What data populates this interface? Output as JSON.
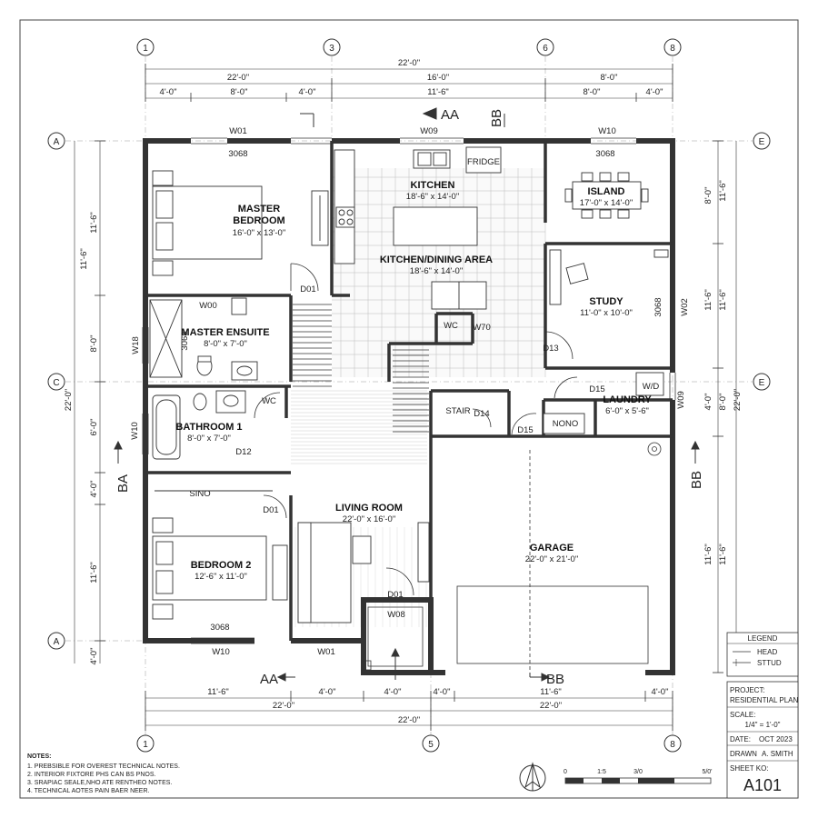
{
  "grid": {
    "top": [
      "1",
      "3",
      "6",
      "8"
    ],
    "bottom": [
      "1",
      "5",
      "8"
    ],
    "left": [
      "A",
      "C",
      "A"
    ],
    "right": [
      "E",
      "E"
    ]
  },
  "dims": {
    "top_overall": "22'-0\"",
    "top_row2": [
      "22'-0\"",
      "16'-0\"",
      "8'-0\""
    ],
    "top_row3": [
      "4'-0\"",
      "8'-0\"",
      "4'-0\"",
      "11'-6\"",
      "8'-0\"",
      "4'-0\""
    ],
    "bottom_row1": [
      "11'-6\"",
      "4'-0\"",
      "4'-0\"",
      "4'-0\"",
      "11'-6\"",
      "4'-0\""
    ],
    "bottom_row2": [
      "22'-0\"",
      "22'-0\""
    ],
    "bottom_overall": "22'-0\"",
    "left_outer": [
      "11'-6\"",
      "22'-0\""
    ],
    "left_inner": [
      "11'-6\"",
      "8'-0\"",
      "6'-0\"",
      "4'-0\"",
      "11'-6\"",
      "4'-0\""
    ],
    "right_inner": [
      "8'-0\"",
      "11'-6\"",
      "4'-0\"",
      "11'-6\""
    ],
    "right_outer": [
      "11'-6\"",
      "11'-6\"",
      "8'-0\"",
      "22'-0\"",
      "11'-6\""
    ]
  },
  "section_marks": {
    "aa_top": "AA",
    "bb_top": "BB",
    "aa_bottom": "AA",
    "bb_bottom": "BB",
    "ba_left": "BA",
    "bb_right": "BB"
  },
  "rooms": {
    "master_bedroom": {
      "name1": "MASTER",
      "name2": "BEDROOM",
      "size": "16'-0\" x 13'-0\""
    },
    "kitchen": {
      "name": "KITCHEN",
      "size": "18'-6\" x 14'-0\""
    },
    "kitchen_dining": {
      "name": "KITCHEN/DINING AREA",
      "size": "18'-6\" x 14'-0\""
    },
    "island": {
      "name": "ISLAND",
      "size": "17'-0\" x 14'-0\""
    },
    "study": {
      "name": "STUDY",
      "size": "11'-0\" x 10'-0\""
    },
    "master_ensuite": {
      "name": "MASTER ENSUITE",
      "size": "8'-0\" x 7'-0\""
    },
    "bathroom1": {
      "name": "BATHROOM 1",
      "size": "8'-0\" x 7'-0\""
    },
    "laundry": {
      "name": "LAUNDRY",
      "size": "6'-0\" x 5'-6\""
    },
    "living": {
      "name": "LIVING ROOM",
      "size": "22'-0\" x 16'-0\""
    },
    "bedroom2": {
      "name": "BEDROOM 2",
      "size": "12'-6\" x 11'-0\""
    },
    "garage": {
      "name": "GARAGE",
      "size": "22'-0\" x 21'-0\""
    }
  },
  "tags": {
    "w01_top": "W01",
    "w09": "W09",
    "w10_top": "W10",
    "m3068_a": "3068",
    "m3068_b": "3068",
    "m3068_c": "3068",
    "m3068_d": "3068",
    "fridge": "FRIDGE",
    "w00": "W00",
    "w18": "W18",
    "m3068_v": "3068",
    "d01_a": "D01",
    "wc_a": "WC",
    "wc_b": "WC",
    "w70": "W70",
    "d13": "D13",
    "w02": "W02",
    "d15_a": "D15",
    "wd": "W/D",
    "w09_r": "W09",
    "w10_l": "W10",
    "d14": "D14",
    "d15_b": "D15",
    "nono": "NONO",
    "d12": "D12",
    "sino": "SINO",
    "d01_b": "D01",
    "d01_c": "D01",
    "w08": "W08",
    "w10_b": "W10",
    "w01_b": "W01",
    "stair": "STAIR"
  },
  "notes": {
    "title": "NOTES:",
    "lines": [
      "1. PREBSIBLE FOR OVEREST TECHNICAL NOTES.",
      "2. INTERIOR FIXTORE PHS CAN BS PNOS.",
      "3. SRAPIAC SEALE,NHO ATE RENTHEO NOTES.",
      "4. TECHNICAL AOTES PAIN BAER NEER."
    ]
  },
  "scale_bar": {
    "labels": [
      "0",
      "1:5",
      "3/0",
      "5/0'"
    ]
  },
  "legend": {
    "title": "LEGEND",
    "items": [
      "HEAD",
      "STTUD"
    ]
  },
  "title_block": {
    "project_label": "PROJECT:",
    "project_value": "RESIDENTIAL PLAN",
    "scale_label": "SCALE:",
    "scale_value": "1/4\" = 1'-0\"",
    "date_label": "DATE:",
    "date_value": "OCT 2023",
    "drawn_label": "DRAWN",
    "drawn_value": "A. SMITH",
    "sheet_label": "SHEET KO:",
    "sheet_value": "A101"
  }
}
